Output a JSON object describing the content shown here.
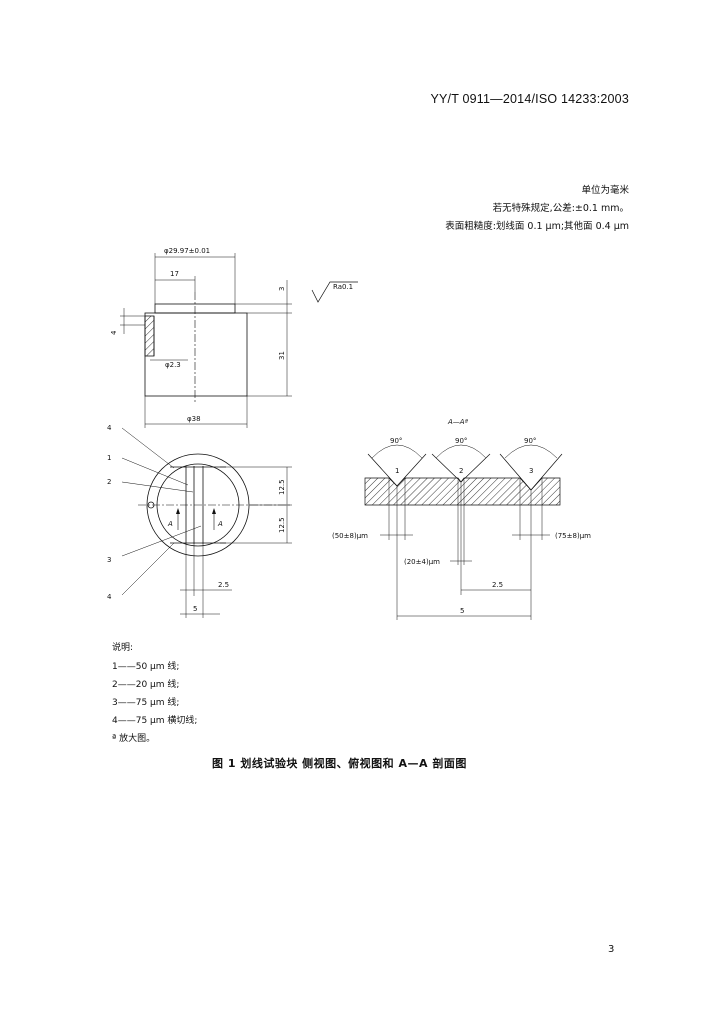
{
  "header": {
    "standard": "YY/T 0911—2014/ISO 14233:2003"
  },
  "notes": [
    "单位为毫米",
    "若无特殊规定,公差:±0.1 mm。",
    "表面粗糙度:划线面 0.1 μm;其他面 0.4 μm"
  ],
  "side_view": {
    "dim_dia": "φ29.97±0.01",
    "dim_17": "17",
    "dim_3": "3",
    "roughness": "Ra0.1",
    "dim_4": "4",
    "dim_hole": "φ2.3",
    "dim_31": "31",
    "dim_outer": "φ38"
  },
  "top_view": {
    "callouts": [
      "4",
      "1",
      "2",
      "3",
      "4"
    ],
    "dim_125a": "12.5",
    "dim_125b": "12.5",
    "section_mark": "A",
    "dim_25": "2.5",
    "dim_5": "5"
  },
  "section_view": {
    "title": "A—Aª",
    "angles": [
      "90°",
      "90°",
      "90°"
    ],
    "groove_labels": [
      "1",
      "2",
      "3"
    ],
    "dim_50": "(50±8)μm",
    "dim_75": "(75±8)μm",
    "dim_20": "(20±4)μm",
    "dim_25": "2.5",
    "dim_5": "5"
  },
  "legend": {
    "title": "说明:",
    "items": [
      "1——50 μm 线;",
      "2——20 μm 线;",
      "3——75 μm 线;",
      "4——75 μm 横切线;",
      "ª  放大图。"
    ]
  },
  "caption": "图 1  划线试验块   侧视图、俯视图和 A—A 剖面图",
  "page_number": "3"
}
